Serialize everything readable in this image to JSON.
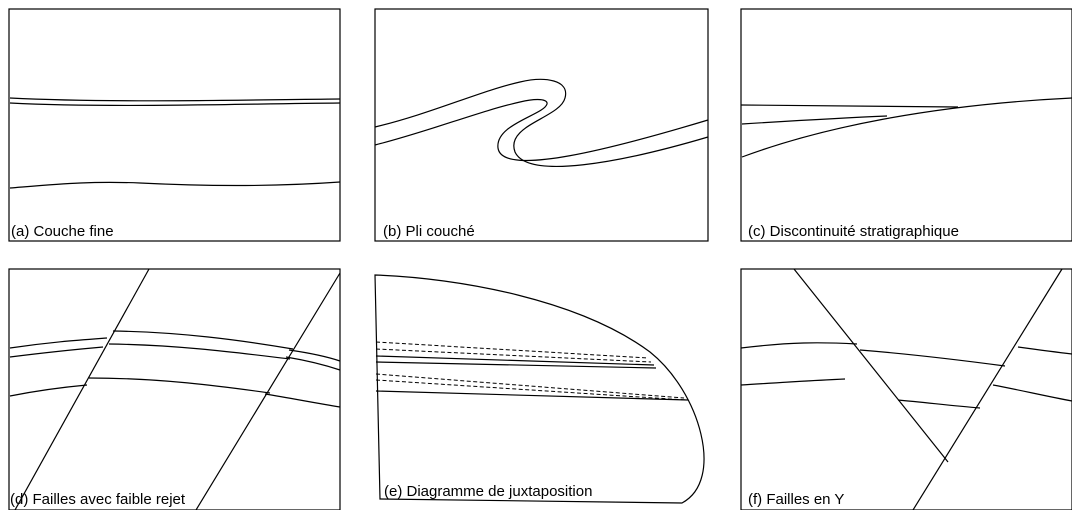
{
  "panels": [
    {
      "id": "a",
      "caption": "(a) Couche fine"
    },
    {
      "id": "b",
      "caption": "(b) Pli couché"
    },
    {
      "id": "c",
      "caption": "(c) Discontinuité stratigraphique"
    },
    {
      "id": "d",
      "caption": "(d) Failles avec faible rejet"
    },
    {
      "id": "e",
      "caption": "(e) Diagramme de juxtaposition"
    },
    {
      "id": "f",
      "caption": "(f) Failles en Y"
    }
  ]
}
